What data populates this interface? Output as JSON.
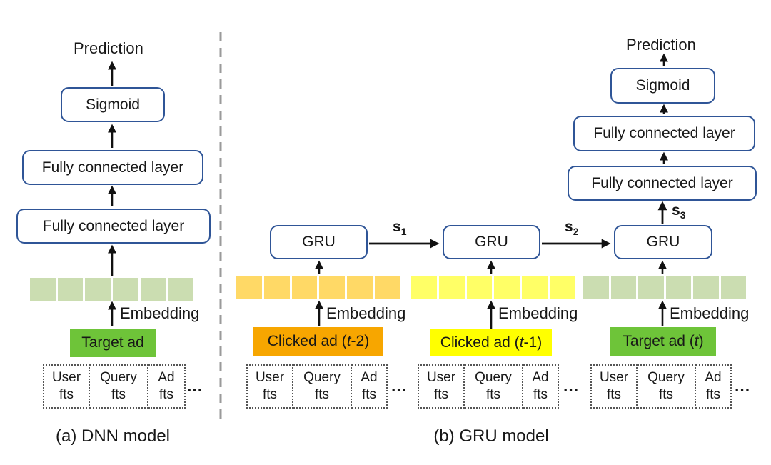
{
  "colors": {
    "box_border": "#2F5597",
    "arrow": "#111111",
    "divider": "#9A9A9A",
    "embedding_strip_green": "#CBDDB1",
    "embedding_strip_orange": "#FFD966",
    "embedding_strip_yellow": "#FFFF66",
    "target_ad_green": "#6EC439",
    "clicked_ad_orange": "#F7A600",
    "clicked_ad_yellow": "#FFFF00"
  },
  "panel_a": {
    "caption": "(a) DNN model",
    "prediction": "Prediction",
    "sigmoid": "Sigmoid",
    "fc_top": "Fully connected layer",
    "fc_bottom": "Fully connected layer",
    "embedding": "Embedding",
    "input_label": "Target ad",
    "features": [
      {
        "l1": "User",
        "l2": "fts"
      },
      {
        "l1": "Query",
        "l2": "fts"
      },
      {
        "l1": "Ad",
        "l2": "fts"
      }
    ],
    "ellipsis": "..."
  },
  "panel_b": {
    "caption": "(b) GRU model",
    "prediction": "Prediction",
    "sigmoid": "Sigmoid",
    "fc_top": "Fully connected layer",
    "fc_bottom": "Fully connected layer",
    "gru_labels": [
      "GRU",
      "GRU",
      "GRU"
    ],
    "state_labels": [
      {
        "base": "s",
        "sub": "1"
      },
      {
        "base": "s",
        "sub": "2"
      },
      {
        "base": "s",
        "sub": "3"
      }
    ],
    "embedding_labels": [
      "Embedding",
      "Embedding",
      "Embedding"
    ],
    "inputs": [
      {
        "prefix": "Clicked ad (",
        "t": "t",
        "suffix": "-2)"
      },
      {
        "prefix": "Clicked ad (",
        "t": "t",
        "suffix": "-1)"
      },
      {
        "prefix": "Target ad (",
        "t": "t",
        "suffix": ")"
      }
    ],
    "features": [
      [
        {
          "l1": "User",
          "l2": "fts"
        },
        {
          "l1": "Query",
          "l2": "fts"
        },
        {
          "l1": "Ad",
          "l2": "fts"
        }
      ],
      [
        {
          "l1": "User",
          "l2": "fts"
        },
        {
          "l1": "Query",
          "l2": "fts"
        },
        {
          "l1": "Ad",
          "l2": "fts"
        }
      ],
      [
        {
          "l1": "User",
          "l2": "fts"
        },
        {
          "l1": "Query",
          "l2": "fts"
        },
        {
          "l1": "Ad",
          "l2": "fts"
        }
      ]
    ],
    "ellipses": [
      "...",
      "...",
      "..."
    ]
  }
}
